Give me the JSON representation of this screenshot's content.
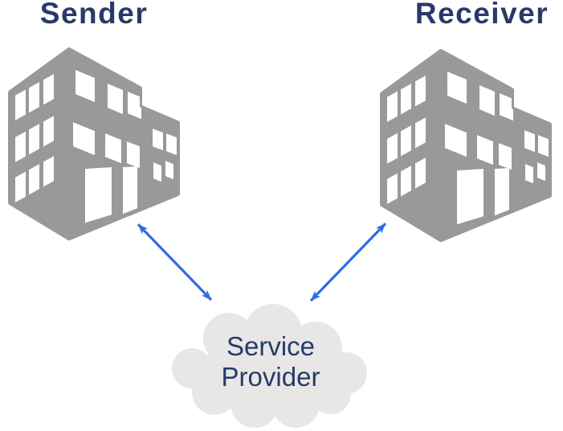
{
  "diagram": {
    "nodes": {
      "sender": {
        "label": "Sender",
        "icon": "office-building-icon"
      },
      "receiver": {
        "label": "Receiver",
        "icon": "office-building-icon"
      },
      "service_provider": {
        "label": "Service Provider",
        "icon": "cloud-icon"
      }
    },
    "connections": [
      {
        "from": "Sender",
        "to": "Service Provider",
        "style": "double-headed-arrow"
      },
      {
        "from": "Receiver",
        "to": "Service Provider",
        "style": "double-headed-arrow"
      }
    ],
    "colors": {
      "label_text": "#283A68",
      "building_gray": "#999999",
      "cloud_fill": "#E8E7E6",
      "arrow_blue": "#2E6BE6",
      "background": "#FFFFFF"
    }
  }
}
